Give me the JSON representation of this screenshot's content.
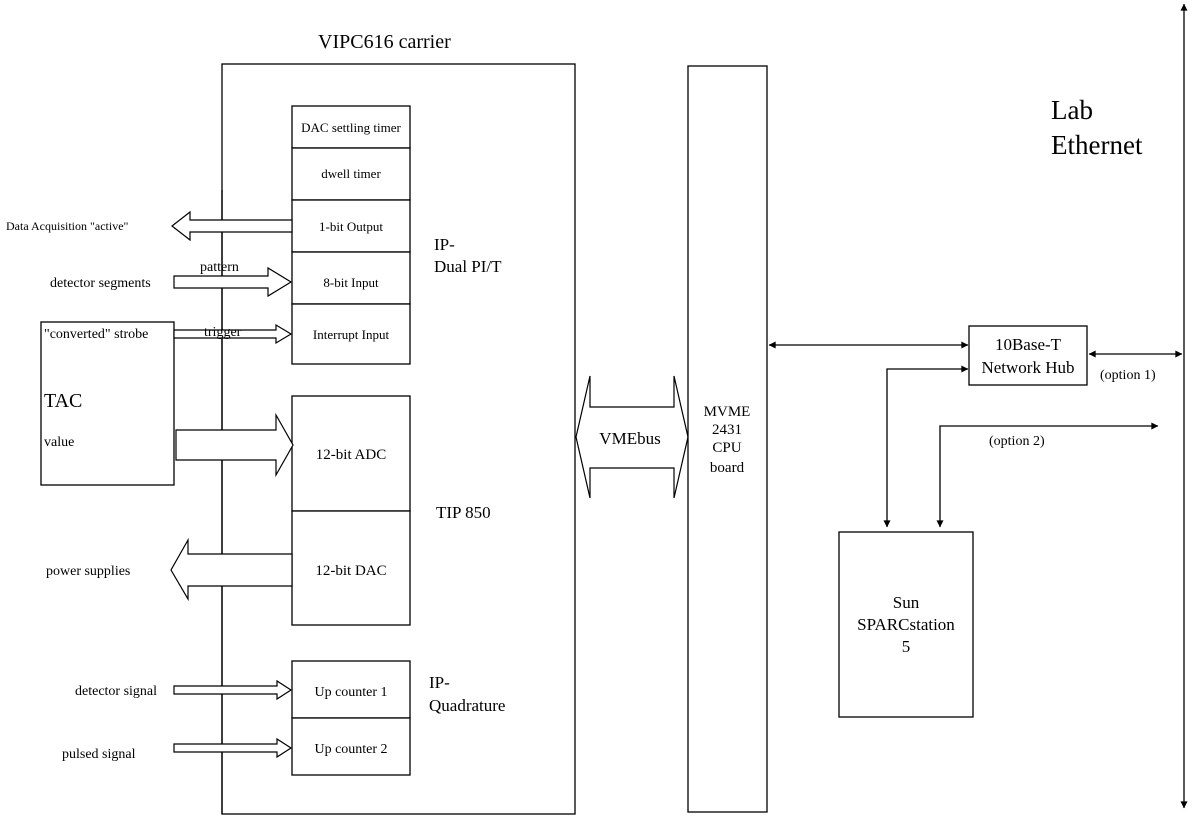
{
  "carrier": {
    "title": "VIPC616 carrier"
  },
  "modules": {
    "dac_settling_timer": "DAC settling timer",
    "dwell_timer": "dwell timer",
    "one_bit_output": "1-bit  Output",
    "eight_bit_input": "8-bit Input",
    "interrupt_input": "Interrupt Input",
    "adc_12bit": "12-bit ADC",
    "dac_12bit": "12-bit DAC",
    "up_counter_1": "Up counter 1",
    "up_counter_2": "Up counter 2"
  },
  "module_groups": {
    "ip_dual_pit": [
      "IP-",
      "Dual PI/T"
    ],
    "tip850": "TIP 850",
    "ip_quadrature": [
      "IP-",
      "Quadrature"
    ]
  },
  "external_signals": {
    "daq_active": "Data Acquisition \"active\"",
    "detector_segments": "detector segments",
    "pattern": "pattern",
    "converted_strobe": "\"converted\" strobe",
    "trigger": "trigger",
    "power_supplies": "power supplies",
    "detector_signal": "detector signal",
    "pulsed_signal": "pulsed signal"
  },
  "tac": {
    "title": "TAC",
    "value_label": "value"
  },
  "bus": {
    "label": "VMEbus"
  },
  "cpu": {
    "lines": [
      "MVME",
      "2431",
      "CPU",
      "board"
    ]
  },
  "hub": {
    "lines": [
      "10Base-T",
      "Network Hub"
    ]
  },
  "sun": {
    "lines": [
      "Sun",
      "SPARCstation",
      "5"
    ]
  },
  "network": {
    "lab_ethernet": [
      "Lab",
      "Ethernet"
    ],
    "option1": "(option 1)",
    "option2": "(option 2)"
  }
}
